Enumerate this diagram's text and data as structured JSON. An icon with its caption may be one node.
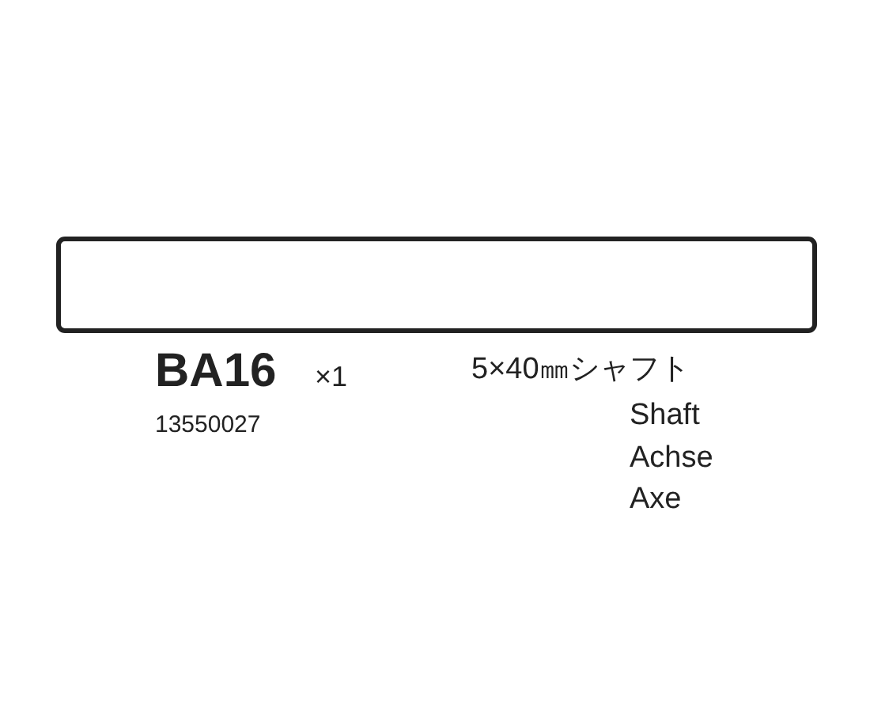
{
  "diagram": {
    "labels": [
      "BA16",
      "×1",
      "13550027",
      "5×40㎜シャフト",
      "Shaft",
      "Achse",
      "Axe"
    ]
  }
}
